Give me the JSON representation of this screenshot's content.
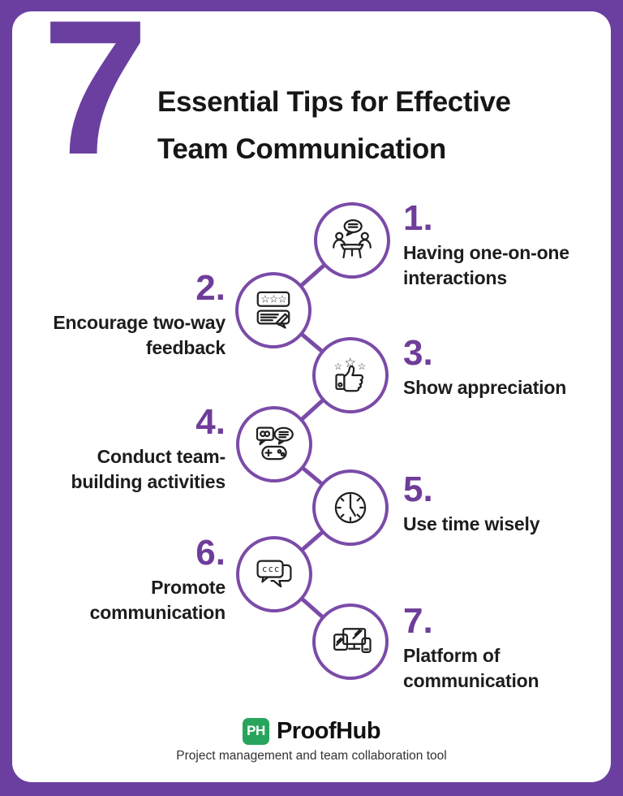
{
  "colors": {
    "frame_purple": "#6b3fa0",
    "accent_purple": "#6f3d99",
    "circle_stroke_purple": "#7b4ba8",
    "text_black": "#1d1d1d",
    "brand_green": "#28a55c",
    "tagline_gray": "#333333"
  },
  "header": {
    "big_number": "7",
    "title_line1": "Essential Tips for Effective",
    "title_line2": "Team Communication"
  },
  "tips": [
    {
      "number": "1.",
      "text": "Having one-on-one\ninteractions",
      "icon": "one-on-one-meeting-icon"
    },
    {
      "number": "2.",
      "text": "Encourage two-way\nfeedback",
      "icon": "two-way-feedback-icon"
    },
    {
      "number": "3.",
      "text": "Show appreciation",
      "icon": "appreciation-thumbs-up-icon"
    },
    {
      "number": "4.",
      "text": "Conduct team-\nbuilding activities",
      "icon": "team-building-games-icon"
    },
    {
      "number": "5.",
      "text": "Use time wisely",
      "icon": "clock-icon"
    },
    {
      "number": "6.",
      "text": "Promote\ncommunication",
      "icon": "chat-bubbles-icon"
    },
    {
      "number": "7.",
      "text": "Platform of\ncommunication",
      "icon": "devices-icon"
    }
  ],
  "footer": {
    "logo_text": "PH",
    "brand": "ProofHub",
    "tagline": "Project management and team collaboration tool"
  }
}
